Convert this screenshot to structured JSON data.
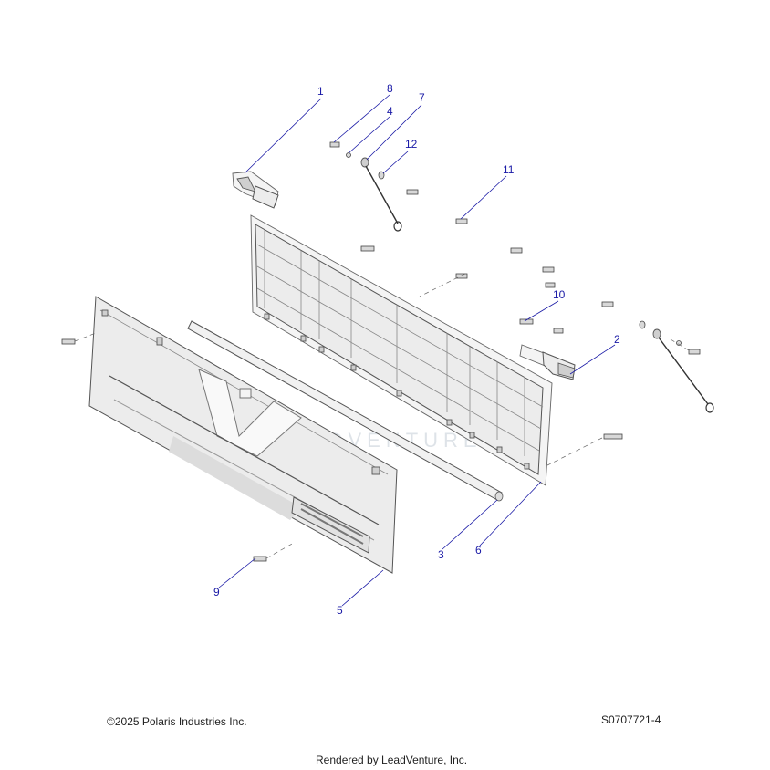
{
  "diagram": {
    "callouts": [
      "1",
      "8",
      "4",
      "7",
      "12",
      "11",
      "10",
      "2",
      "3",
      "6",
      "9",
      "5"
    ],
    "watermark": "LEADVENTURE"
  },
  "footer": {
    "copyright": "©2025 Polaris Industries Inc.",
    "part_code": "S0707721-4",
    "rendered_by": "Rendered by LeadVenture, Inc."
  }
}
